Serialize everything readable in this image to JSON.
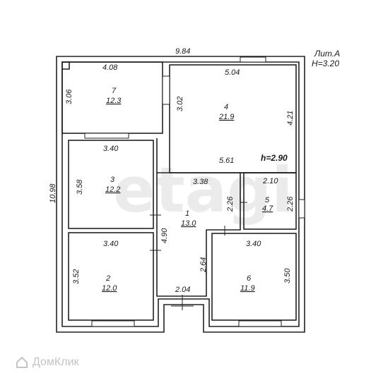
{
  "header": {
    "liter": "Лит.А",
    "height": "H=3.20"
  },
  "ceiling_label": "h=2.90",
  "overall": {
    "width": "9.84",
    "height": "10.98"
  },
  "watermark": "etagi",
  "brand": "ДомКлик",
  "rooms": [
    {
      "num": "1",
      "area": "13.0"
    },
    {
      "num": "2",
      "area": "12.0"
    },
    {
      "num": "3",
      "area": "12.2"
    },
    {
      "num": "4",
      "area": "21.9"
    },
    {
      "num": "5",
      "area": "4.7"
    },
    {
      "num": "6",
      "area": "11.9"
    },
    {
      "num": "7",
      "area": "12.3"
    }
  ],
  "dims": {
    "r7_w": "4.08",
    "r7_h": "3.06",
    "r7_h2": "3.02",
    "r4_w": "5.04",
    "r4_h": "4.21",
    "r4_w2": "5.61",
    "r3_w": "3.40",
    "r3_h": "3.58",
    "r1_w": "3.38",
    "r1_h": "4.90",
    "r1_h2": "2.26",
    "r1_h3": "2.64",
    "r1_w2": "2.04",
    "r5_w": "2.10",
    "r5_h": "2.26",
    "r2_w": "3.40",
    "r2_h": "3.52",
    "r6_w": "3.40",
    "r6_h": "3.50"
  }
}
